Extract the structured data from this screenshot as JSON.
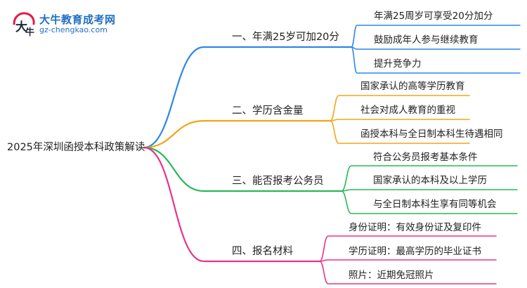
{
  "logo": {
    "title": "大牛教育成考网",
    "url": "gz-chengkao.com"
  },
  "root": "2025年深圳函授本科政策解读",
  "branches": [
    {
      "label": "一、年满25岁可加20分",
      "color": "#2f86e8",
      "leaves": [
        "年满25周岁可享受20分加分",
        "鼓励成年人参与继续教育",
        "提升竞争力"
      ]
    },
    {
      "label": "二、学历含金量",
      "color": "#f2a516",
      "leaves": [
        "国家承认的高等学历教育",
        "社会对成人教育的重视",
        "函授本科与全日制本科生待遇相同"
      ]
    },
    {
      "label": "三、能否报考公务员",
      "color": "#27b856",
      "leaves": [
        "符合公务员报考基本条件",
        "国家承认的本科及以上学历",
        "与全日制本科生享有同等机会"
      ]
    },
    {
      "label": "四、报名材料",
      "color": "#e8338a",
      "leaves": [
        "身份证明：有效身份证及复印件",
        "学历证明：最高学历的毕业证书",
        "照片：近期免冠照片"
      ]
    }
  ]
}
